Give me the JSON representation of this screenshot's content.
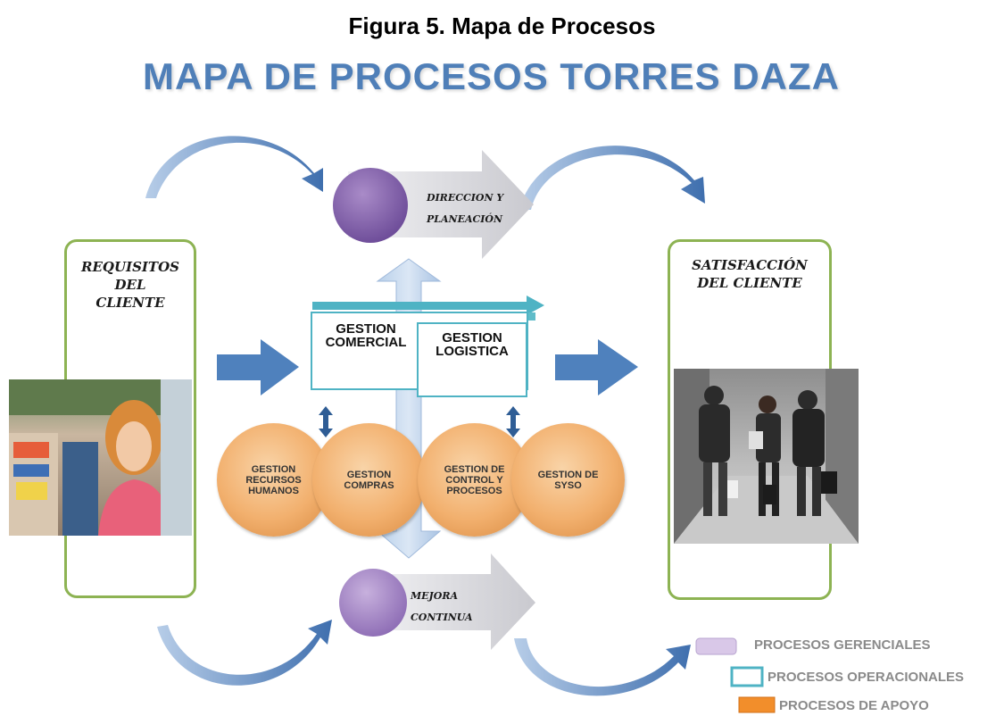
{
  "figure_title": "Figura 5. Mapa de Procesos",
  "map_title": "MAPA DE PROCESOS TORRES  DAZA",
  "input_box": {
    "label": [
      "REQUISITOS",
      "DEL",
      "CLIENTE"
    ]
  },
  "output_box": {
    "label": [
      "SATISFACCIÓN",
      "DEL CLIENTE"
    ]
  },
  "management": {
    "top": {
      "line1": "DIRECCION Y",
      "line2": "PLANEACIÓN"
    },
    "bottom": {
      "line1": "MEJORA",
      "line2": "CONTINUA"
    }
  },
  "operational": {
    "commercial": [
      "GESTION",
      "COMERCIAL"
    ],
    "logistics": [
      "GESTION",
      "LOGISTICA"
    ]
  },
  "support": [
    [
      "GESTION",
      "RECURSOS",
      "HUMANOS"
    ],
    [
      "GESTION",
      "COMPRAS"
    ],
    [
      "GESTION DE",
      "CONTROL Y",
      "PROCESOS"
    ],
    [
      "GESTION DE",
      "SYSO"
    ]
  ],
  "legend": [
    {
      "label": "PROCESOS GERENCIALES",
      "color": "#d9c8e8"
    },
    {
      "label": "PROCESOS OPERACIONALES",
      "color": "#4fb3c4"
    },
    {
      "label": "PROCESOS DE APOYO",
      "color": "#f28e2b"
    }
  ],
  "colors": {
    "arrow_blue": "#4f81bd",
    "box_green": "#8db353",
    "circle_orange": "#f2b06e",
    "purple": "#7b5aa6"
  }
}
